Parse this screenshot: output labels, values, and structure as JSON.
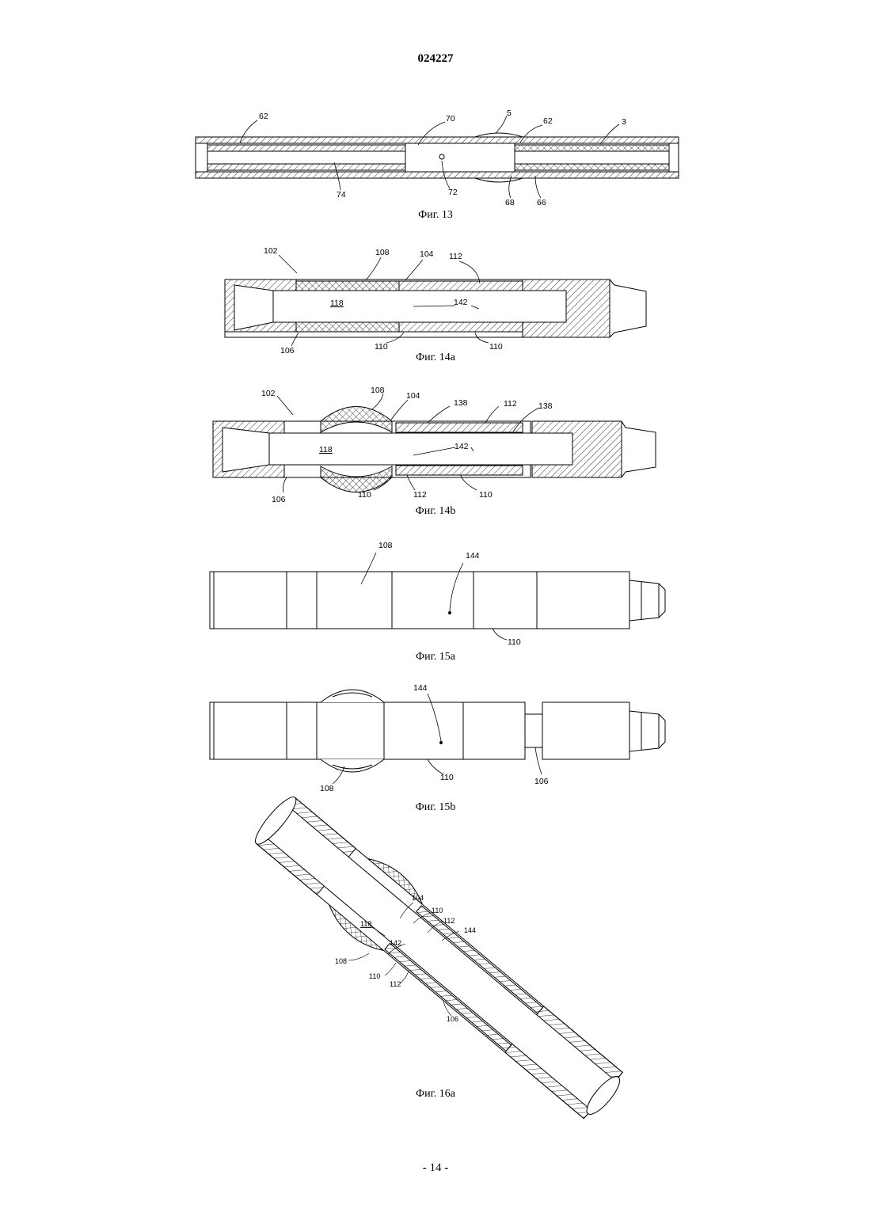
{
  "document": {
    "number": "024227",
    "page": "- 14 -"
  },
  "fig13": {
    "caption": "Фиг. 13",
    "labels": [
      "62",
      "70",
      "5",
      "62",
      "3",
      "74",
      "72",
      "68",
      "66"
    ]
  },
  "fig14a": {
    "caption": "Фиг. 14а",
    "labels": [
      "102",
      "108",
      "104",
      "112",
      "118",
      "142",
      "106",
      "110",
      "110"
    ]
  },
  "fig14b": {
    "caption": "Фиг. 14b",
    "labels": [
      "102",
      "108",
      "104",
      "138",
      "112",
      "138",
      "118",
      "142",
      "106",
      "110",
      "112",
      "110"
    ]
  },
  "fig15a": {
    "caption": "Фиг. 15а",
    "labels": [
      "108",
      "144",
      "110"
    ]
  },
  "fig15b": {
    "caption": "Фиг. 15b",
    "labels": [
      "144",
      "110",
      "108",
      "106"
    ]
  },
  "fig16a": {
    "caption": "Фиг. 16а",
    "labels": [
      "104",
      "110",
      "112",
      "144",
      "118",
      "142",
      "108",
      "110",
      "112",
      "106"
    ]
  }
}
